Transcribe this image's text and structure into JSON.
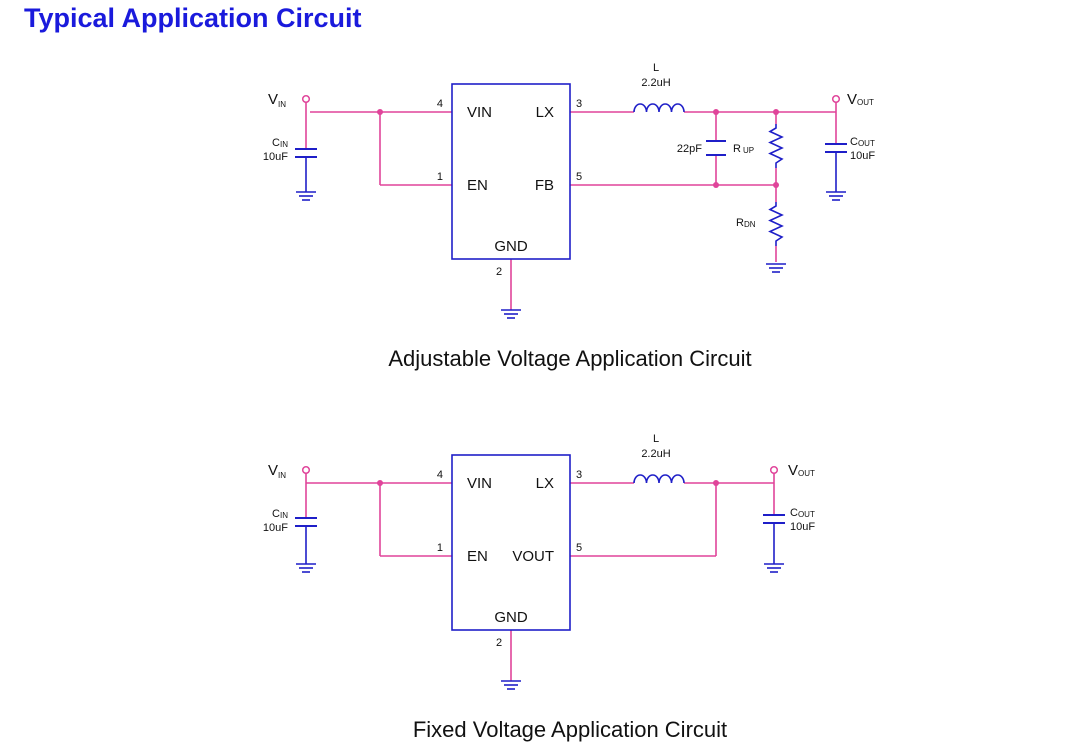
{
  "title": "Typical Application Circuit",
  "colors": {
    "title": "#1a1adc",
    "wire": "#e0449a",
    "component": "#1f1fc8",
    "text": "#111111"
  },
  "adjustable": {
    "caption": "Adjustable Voltage Application Circuit",
    "vin": {
      "main": "V",
      "sub": "IN"
    },
    "vout": {
      "main": "V",
      "sub": "OUT"
    },
    "cin": {
      "main": "C",
      "sub": "IN",
      "value": "10uF"
    },
    "cout": {
      "main": "C",
      "sub": "OUT",
      "value": "10uF"
    },
    "inductor": {
      "name": "L",
      "value": "2.2uH"
    },
    "ff_cap": "22pF",
    "rup": {
      "main": "R",
      "sub": "UP"
    },
    "rdn": {
      "main": "R",
      "sub": "DN"
    },
    "ic": {
      "vin": "VIN",
      "lx": "LX",
      "en": "EN",
      "fb": "FB",
      "gnd": "GND"
    },
    "pins": {
      "vin": "4",
      "lx": "3",
      "en": "1",
      "fb": "5",
      "gnd": "2"
    }
  },
  "fixed": {
    "caption": "Fixed Voltage Application Circuit",
    "vin": {
      "main": "V",
      "sub": "IN"
    },
    "vout": {
      "main": "V",
      "sub": "OUT"
    },
    "cin": {
      "main": "C",
      "sub": "IN",
      "value": "10uF"
    },
    "cout": {
      "main": "C",
      "sub": "OUT",
      "value": "10uF"
    },
    "inductor": {
      "name": "L",
      "value": "2.2uH"
    },
    "ic": {
      "vin": "VIN",
      "lx": "LX",
      "en": "EN",
      "vout": "VOUT",
      "gnd": "GND"
    },
    "pins": {
      "vin": "4",
      "lx": "3",
      "en": "1",
      "vout": "5",
      "gnd": "2"
    }
  }
}
